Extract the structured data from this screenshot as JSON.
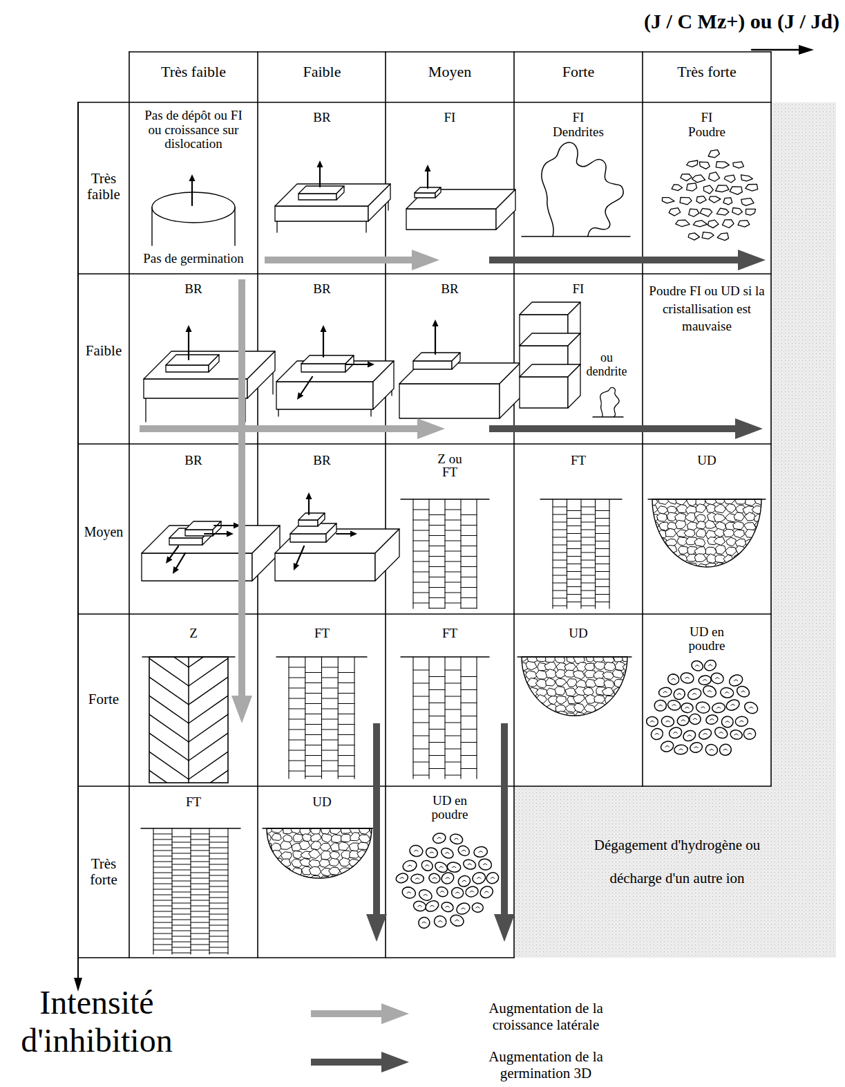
{
  "diagram": {
    "labels": [
      "(J / C Mz+) ou (J / Jd)",
      "Très faible",
      "Faible",
      "Moyen",
      "Forte",
      "Très forte",
      "Très faible",
      "Faible",
      "Moyen",
      "Forte",
      "Très forte",
      "Pas de dépôt ou FI ou croissance sur dislocation",
      "Pas de germination",
      "BR",
      "FI",
      "FI Dendrites",
      "FI Poudre",
      "BR",
      "BR",
      "BR",
      "FI",
      "ou dendrite",
      "Poudre FI ou UD si la cristallisation est mauvaise",
      "BR",
      "BR",
      "Z ou FT",
      "FT",
      "UD",
      "Z",
      "FT",
      "FT",
      "UD",
      "UD en poudre",
      "FT",
      "UD",
      "UD en poudre",
      "Dégagement d'hydrogène ou décharge d'un autre ion",
      "Intensité d'inhibition"
    ],
    "legend": [
      {
        "text": "Augmentation de la croissance latérale"
      },
      {
        "text": "Augmentation de la germination 3D"
      }
    ]
  }
}
